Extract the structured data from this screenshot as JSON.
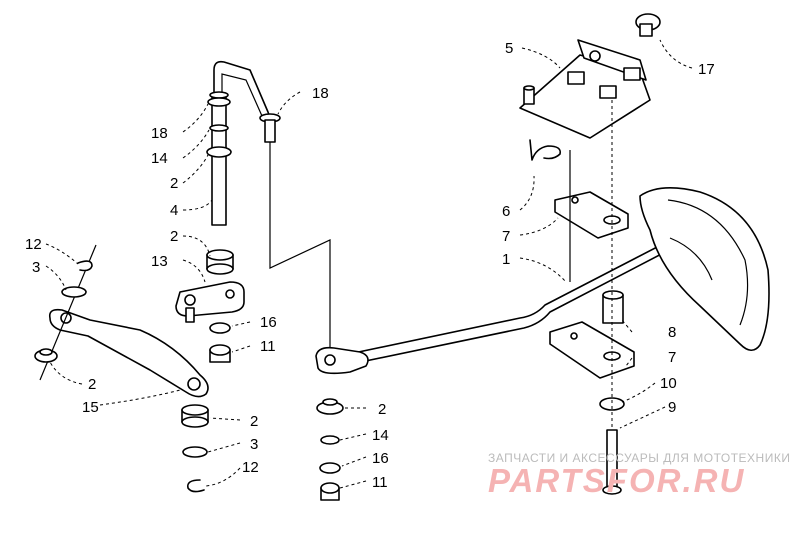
{
  "labels": {
    "c1": "1",
    "c2": "2",
    "c3": "3",
    "c4": "4",
    "c5": "5",
    "c6": "6",
    "c7": "7",
    "c8": "8",
    "c9": "9",
    "c10": "10",
    "c11": "11",
    "c12": "12",
    "c13": "13",
    "c14": "14",
    "c15": "15",
    "c16": "16",
    "c17": "17",
    "c18": "18"
  },
  "watermark": {
    "text": "ЗАПЧАСТИ И АКСЕССУАРЫ ДЛЯ МОТОТЕХНИКИ",
    "logo": "PARTSFOR.RU"
  },
  "colors": {
    "ink": "#000000",
    "watermark_text": "#bbbbbb",
    "watermark_logo": "#f5b3b3"
  }
}
